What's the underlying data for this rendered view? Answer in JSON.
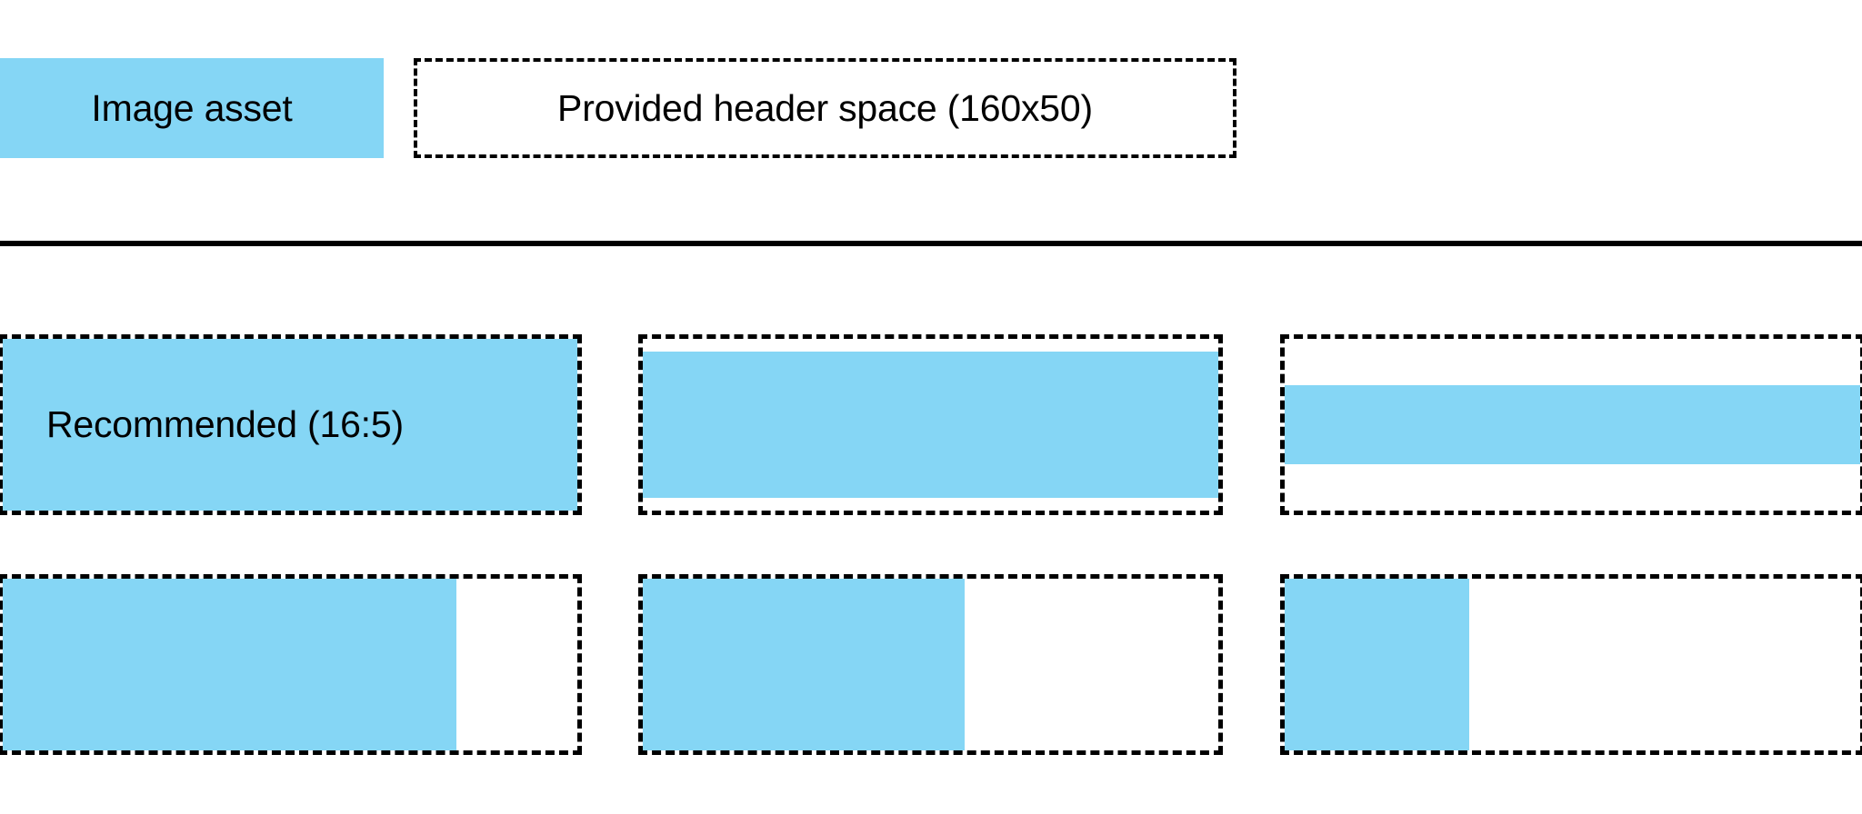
{
  "legend": {
    "swatch": {
      "label": "Image asset",
      "color": "#85D6F5"
    },
    "space_box": {
      "label": "Provided header space (160x50)",
      "border_style": "dashed",
      "border_color": "#000000"
    }
  },
  "divider": {
    "color": "#000000"
  },
  "grid": {
    "rows": [
      {
        "cells": [
          {
            "label": "Recommended (16:5)",
            "fill_class": "v-100"
          },
          {
            "label": "",
            "fill_class": "v-85"
          },
          {
            "label": "",
            "fill_class": "v-46"
          }
        ]
      },
      {
        "cells": [
          {
            "label": "",
            "fill_class": "h-79"
          },
          {
            "label": "",
            "fill_class": "h-56"
          },
          {
            "label": "",
            "fill_class": "h-32"
          }
        ]
      }
    ]
  }
}
